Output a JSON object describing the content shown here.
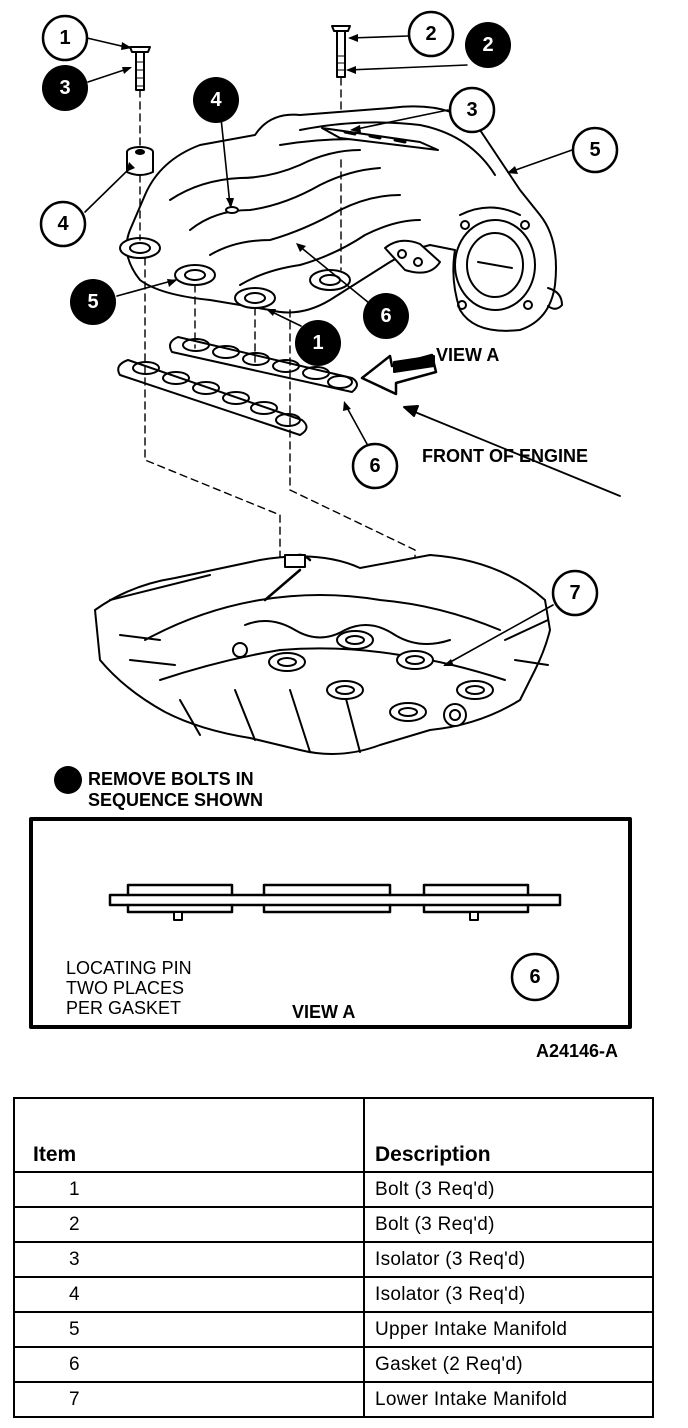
{
  "diagram": {
    "view_a_label": "VIEW A",
    "front_of_engine_label": "FRONT OF ENGINE",
    "legend_line1": "REMOVE BOLTS IN",
    "legend_line2": "SEQUENCE SHOWN",
    "inset_view_label": "VIEW A",
    "locating_pin_line1": "LOCATING PIN",
    "locating_pin_line2": "TWO PLACES",
    "locating_pin_line3": "PER GASKET",
    "figure_id": "A24146-A",
    "callouts": {
      "open_1": "1",
      "open_2": "2",
      "open_3": "3",
      "open_4": "4",
      "open_5": "5",
      "open_6a": "6",
      "open_7": "7",
      "open_6b": "6",
      "filled_3": "3",
      "filled_2": "2",
      "filled_4": "4",
      "filled_5": "5",
      "filled_6": "6",
      "filled_1": "1"
    }
  },
  "table": {
    "header_item": "Item",
    "header_description": "Description",
    "rows": [
      {
        "item": "1",
        "description": "Bolt (3 Req'd)"
      },
      {
        "item": "2",
        "description": "Bolt (3 Req'd)"
      },
      {
        "item": "3",
        "description": "Isolator (3 Req'd)"
      },
      {
        "item": "4",
        "description": "Isolator (3 Req'd)"
      },
      {
        "item": "5",
        "description": "Upper Intake Manifold"
      },
      {
        "item": "6",
        "description": "Gasket (2 Req'd)"
      },
      {
        "item": "7",
        "description": "Lower Intake Manifold"
      }
    ]
  }
}
